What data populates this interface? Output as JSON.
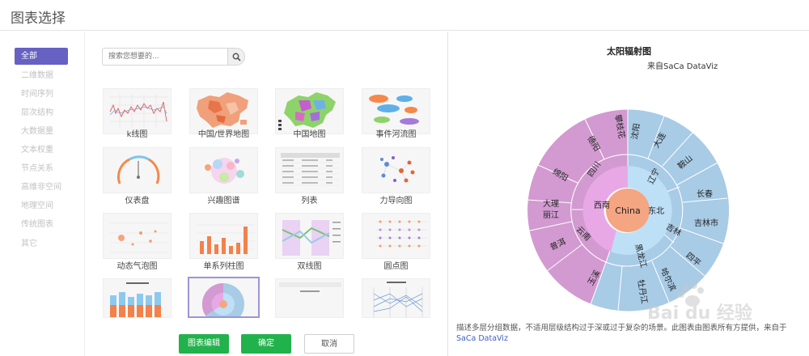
{
  "header": {
    "title": "图表选择"
  },
  "sidebar": {
    "items": [
      {
        "label": "全部",
        "active": true
      },
      {
        "label": "二维数据"
      },
      {
        "label": "时间序列"
      },
      {
        "label": "层次结构"
      },
      {
        "label": "大数据量"
      },
      {
        "label": "文本权重"
      },
      {
        "label": "节点关系"
      },
      {
        "label": "高维非空间"
      },
      {
        "label": "地理空间"
      },
      {
        "label": "传统图表"
      },
      {
        "label": "其它"
      }
    ]
  },
  "search": {
    "placeholder": "搜索您想要的...",
    "icon": "search-icon"
  },
  "gallery": {
    "items": [
      {
        "label": "k线图"
      },
      {
        "label": "中国/世界地图"
      },
      {
        "label": "中国地图"
      },
      {
        "label": "事件河流图"
      },
      {
        "label": "仪表盘"
      },
      {
        "label": "兴趣图谱"
      },
      {
        "label": "列表"
      },
      {
        "label": "力导向图"
      },
      {
        "label": "动态气泡图"
      },
      {
        "label": "单系列柱图"
      },
      {
        "label": "双线图"
      },
      {
        "label": "圆点图"
      },
      {
        "label": ""
      },
      {
        "label": "",
        "selected": true
      },
      {
        "label": ""
      },
      {
        "label": ""
      }
    ]
  },
  "buttons": {
    "edit": "图表编辑",
    "confirm": "确定",
    "cancel": "取消"
  },
  "preview": {
    "title": "太阳辐射图",
    "subtitle": "来自SaCa DataViz",
    "description": "描述多层分组数据，不适用层级结构过于深或过于复杂的场景。此图表由图表所有方提供，来自于",
    "description_link": "SaCa DataViz"
  },
  "sunburst": {
    "center": "China",
    "colors": {
      "center": "#f4a582",
      "east": "#bde0f7",
      "west": "#e8a8e6",
      "east_outer": "#a8cbe6",
      "west_outer": "#d29ad0"
    },
    "mid": [
      "东北",
      "西南"
    ],
    "inner": [
      "辽宁",
      "吉林",
      "黑龙江",
      "云南",
      "四川"
    ],
    "outer": [
      "沈阳",
      "大连",
      "鞍山",
      "长春",
      "吉林市",
      "四平",
      "哈尔滨",
      "牡丹江",
      "玉溪",
      "普洱",
      "丽江",
      "大理",
      "绵阳",
      "德阳",
      "攀枝花"
    ]
  },
  "watermark": {
    "text": "Bai du 经验"
  }
}
